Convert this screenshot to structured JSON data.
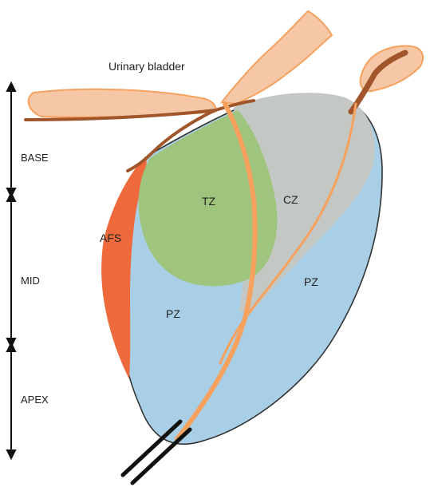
{
  "labels": {
    "bladder": "Urinary bladder",
    "tz": "TZ",
    "cz": "CZ",
    "afs": "AFS",
    "pz_left": "PZ",
    "pz_right": "PZ",
    "base": "BASE",
    "mid": "MID",
    "apex": "APEX"
  },
  "colors": {
    "peripheral_zone": "#a9cfe6",
    "central_zone": "#c3c8c4",
    "transition_zone": "#9fc47e",
    "anterior_fibromuscular_stroma": "#ee6a3c",
    "urethra": "#f6a15e",
    "bladder_wall": "#f6c7a6",
    "bladder_outline": "#a0562a",
    "probe": "#111111"
  }
}
